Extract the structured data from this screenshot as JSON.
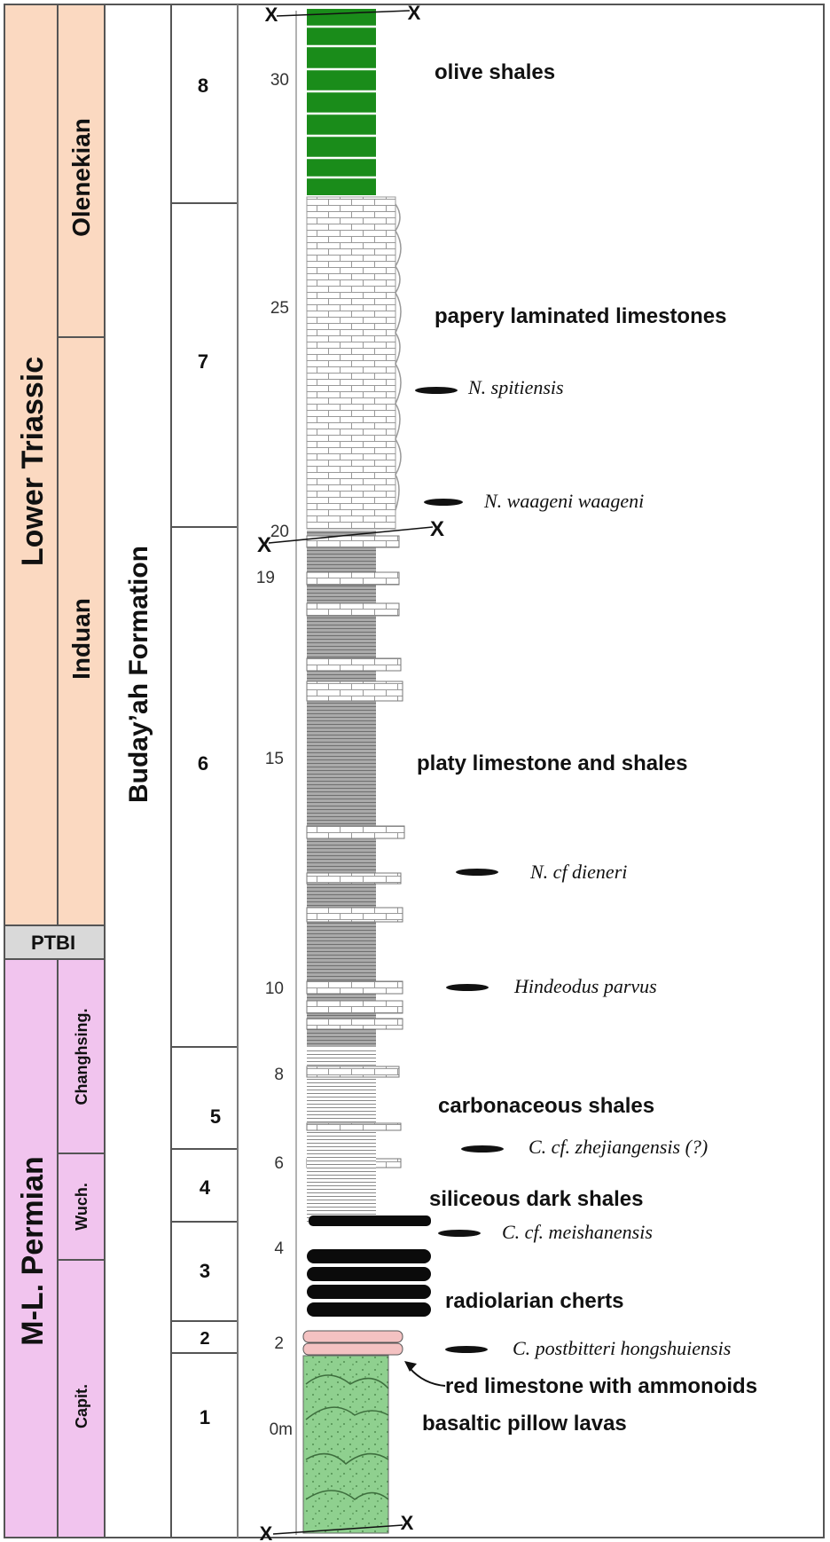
{
  "columns": {
    "system": {
      "lower_triassic": "Lower Triassic",
      "ptbi": "PTBI",
      "permian": "M-L. Permian"
    },
    "stage": {
      "olenekian": "Olenekian",
      "induan": "Induan",
      "changhsing": "Changhsing.",
      "wuch": "Wuch.",
      "capit": "Capit."
    },
    "formation": "Buday’ah  Formation",
    "units": [
      "1",
      "2",
      "3",
      "4",
      "5",
      "6",
      "7",
      "8"
    ]
  },
  "scale": {
    "unit_suffix": "m",
    "ticks": [
      "0m",
      "2",
      "4",
      "6",
      "8",
      "10",
      "15",
      "19",
      "20",
      "25",
      "30"
    ]
  },
  "lithology_labels": {
    "olive": "olive shales",
    "papery": "papery laminated limestones",
    "platy": "platy limestone and shales",
    "carbonaceous": "carbonaceous shales",
    "siliceous": "siliceous dark shales",
    "radiolarian": "radiolarian cherts",
    "red_limestone": "red limestone with ammonoids",
    "basaltic": "basaltic pillow lavas"
  },
  "fossils": {
    "n_spitiensis": "N. spitiensis",
    "n_waageni": "N. waageni waageni",
    "n_dieneri": "N. cf dieneri",
    "hindeodus": "Hindeodus parvus",
    "zhejiangensis": "C. cf. zhejiangensis (?)",
    "meishanensis": "C. cf.  meishanensis",
    "postbitteri": "C. postbitteri hongshuiensis"
  },
  "markers": {
    "x": "X"
  },
  "colors": {
    "triassic_fill": "#fbd9c1",
    "permian_fill": "#f1c4ee",
    "ptbi_fill": "#d9d9d9",
    "olive_green": "#1a8c1a",
    "shale_gray": "#a8a8a8",
    "chert_black": "#0b0b0b",
    "red_limestone": "#f4c2c2",
    "basalt_green": "#8fd08f"
  }
}
